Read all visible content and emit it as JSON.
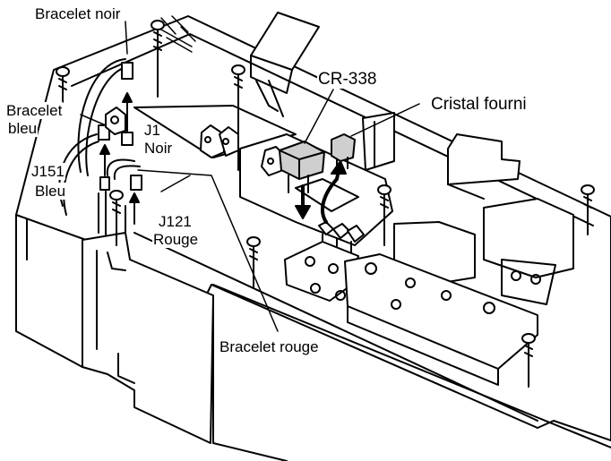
{
  "labels": {
    "bracelet_noir": "Bracelet noir",
    "cr338": "CR-338",
    "cristal_fourni": "Cristal fourni",
    "bracelet_bleu_line1": "Bracelet",
    "bracelet_bleu_line2": "bleu",
    "j1_line1": "J1",
    "j1_line2": "Noir",
    "j151_line1": "J151",
    "j151_line2": "Bleu",
    "j121_line1": "J121",
    "j121_line2": "Rouge",
    "bracelet_rouge": "Bracelet rouge"
  }
}
